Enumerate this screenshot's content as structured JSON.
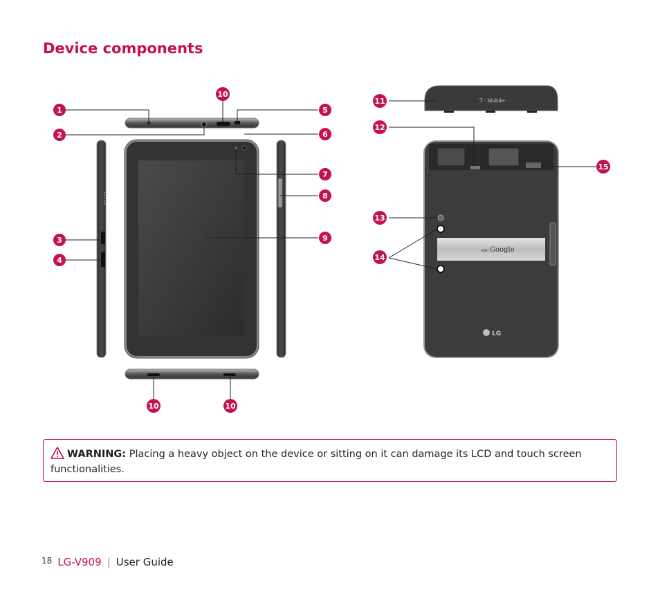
{
  "heading": "Device components",
  "callouts": {
    "c1": "1",
    "c2": "2",
    "c3": "3",
    "c4": "4",
    "c5": "5",
    "c6": "6",
    "c7": "7",
    "c8": "8",
    "c9": "9",
    "c10a": "10",
    "c10b": "10",
    "c10c": "10",
    "c11": "11",
    "c12": "12",
    "c13": "13",
    "c14": "14",
    "c15": "15"
  },
  "device": {
    "carrier_logo": "T · Mobile·",
    "google_badge_prefix": "with",
    "google_badge": "Google",
    "brand_logo": "LG"
  },
  "warning": {
    "label": "WARNING:",
    "text": " Placing a heavy object on the device or sitting on it can damage its LCD and touch screen functionalities."
  },
  "footer": {
    "page": "18",
    "model": "LG-V909",
    "separator": "|",
    "doc": "User Guide"
  },
  "colors": {
    "accent": "#c4114f",
    "device_body": "#3a3a3a"
  }
}
